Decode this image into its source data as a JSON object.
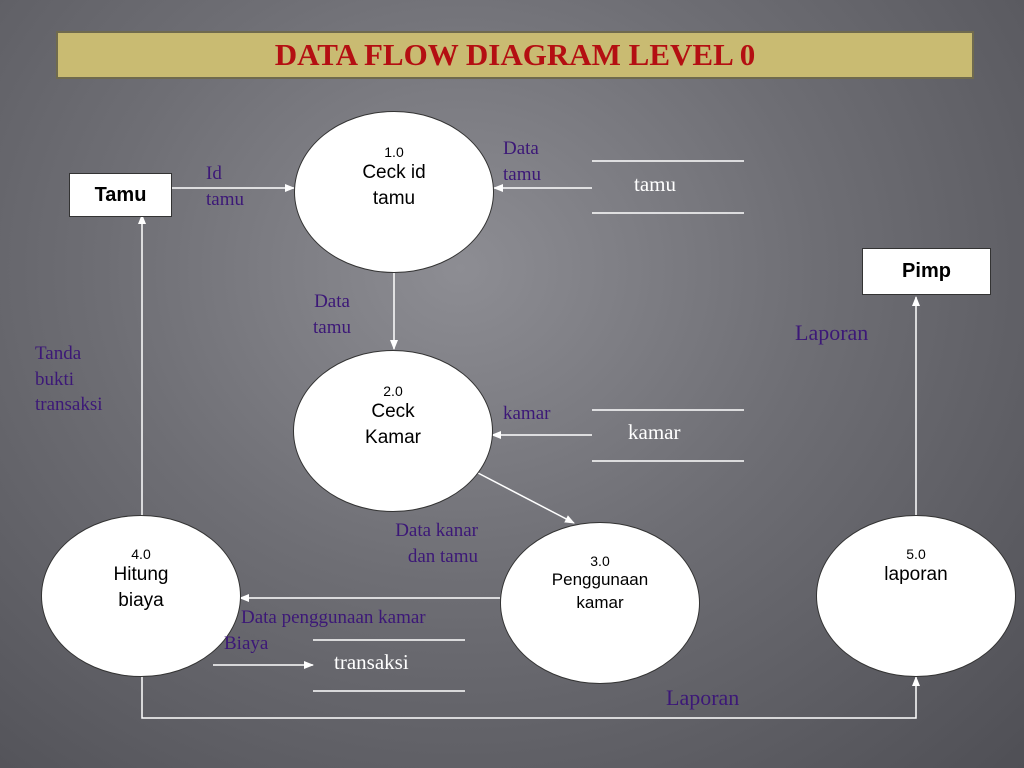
{
  "title": "DATA FLOW DIAGRAM LEVEL 0",
  "entities": {
    "tamu": "Tamu",
    "pimp": "Pimp"
  },
  "processes": [
    {
      "num": "1.0",
      "name": [
        "Ceck id",
        "tamu"
      ]
    },
    {
      "num": "2.0",
      "name": [
        "Ceck",
        "Kamar"
      ]
    },
    {
      "num": "3.0",
      "name": [
        "Penggunaan",
        "kamar"
      ]
    },
    {
      "num": "4.0",
      "name": [
        "Hitung",
        "biaya"
      ]
    },
    {
      "num": "5.0",
      "name": [
        "laporan"
      ]
    }
  ],
  "stores": {
    "tamu": "tamu",
    "kamar": "kamar",
    "transaksi": "transaksi"
  },
  "flows": {
    "id_tamu": [
      "Id",
      "tamu"
    ],
    "data_tamu_store": [
      "Data",
      "tamu"
    ],
    "data_tamu_down": [
      "Data",
      "tamu"
    ],
    "kamar": "kamar",
    "data_kamar_tamu": [
      "Data kanar",
      "dan tamu"
    ],
    "data_penggunaan": "Data penggunaan kamar",
    "biaya": "Biaya",
    "tanda_bukti": [
      "Tanda",
      "bukti",
      "transaksi"
    ],
    "laporan_pimp": "Laporan",
    "laporan_bottom": "Laporan"
  },
  "colors": {
    "title_bg": "#c9bb72",
    "title_text": "#b40f12",
    "flow_label": "#3c1877",
    "arrow": "#ffffff"
  }
}
